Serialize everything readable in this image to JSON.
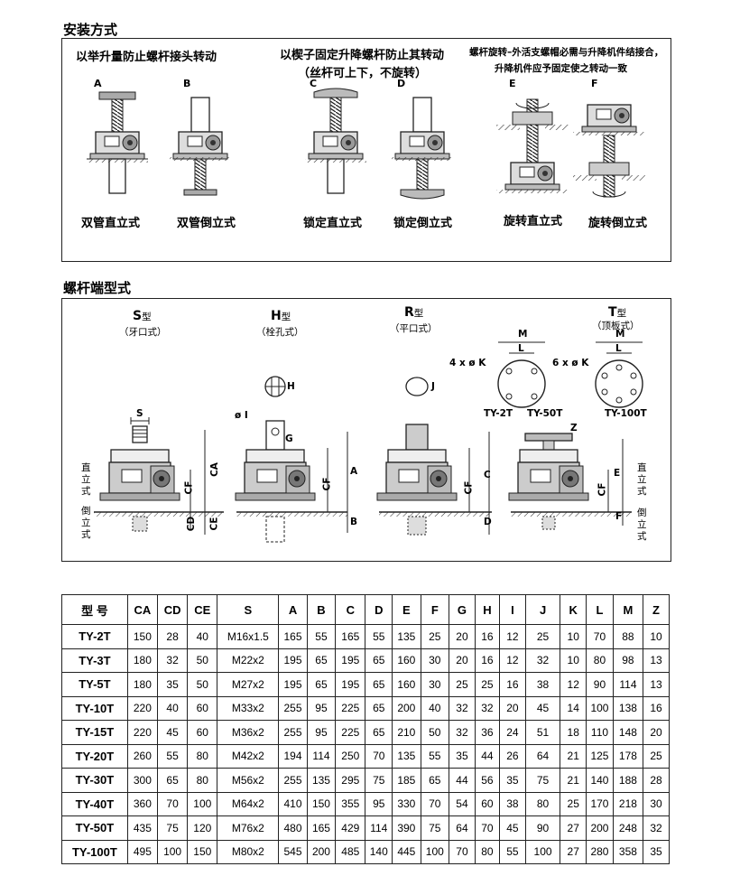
{
  "section1": {
    "title": "安装方式",
    "group1_note": "以举升量防止螺杆接头转动",
    "group2_note_line1": "以楔子固定升降螺杆防止其转动",
    "group2_note_line2": "（丝杆可上下，不旋转）",
    "group3_note_line1": "螺杆旋转–外活支螺帽必需与升降机件结接合，",
    "group3_note_line2": "升降机件应予固定使之转动一致",
    "modes": [
      {
        "letter": "A",
        "label": "双管直立式"
      },
      {
        "letter": "B",
        "label": "双管倒立式"
      },
      {
        "letter": "C",
        "label": "锁定直立式"
      },
      {
        "letter": "D",
        "label": "锁定倒立式"
      },
      {
        "letter": "E",
        "label": "旋转直立式"
      },
      {
        "letter": "F",
        "label": "旋转倒立式"
      }
    ]
  },
  "section2": {
    "title": "螺杆端型式",
    "types": [
      {
        "code": "S",
        "suffix": "型",
        "desc": "（牙口式）"
      },
      {
        "code": "H",
        "suffix": "型",
        "desc": "（栓孔式）"
      },
      {
        "code": "R",
        "suffix": "型",
        "desc": "（平口式）"
      },
      {
        "code": "T",
        "suffix": "型",
        "desc": "（顶板式）"
      }
    ],
    "flange_left_holes": "4 x ø K",
    "flange_right_holes": "6 x ø K",
    "flange_left_caption_a": "TY-2T",
    "flange_left_caption_b": "TY-50T",
    "flange_right_caption": "TY-100T",
    "dim_labels": {
      "s": "S",
      "ca": "CA",
      "cf": "CF",
      "cd": "CD",
      "ce": "CE",
      "phi_i": "ø I",
      "g": "G",
      "a": "A",
      "b": "B",
      "h": "H",
      "j": "J",
      "c": "C",
      "d": "D",
      "z": "Z",
      "e": "E",
      "f": "F",
      "m": "M",
      "l": "L"
    },
    "upright_label": "直立式",
    "inverted_label": "倒立式"
  },
  "table": {
    "headers": [
      "型 号",
      "CA",
      "CD",
      "CE",
      "S",
      "A",
      "B",
      "C",
      "D",
      "E",
      "F",
      "G",
      "H",
      "I",
      "J",
      "K",
      "L",
      "M",
      "Z"
    ],
    "rows": [
      [
        "TY-2T",
        "150",
        "28",
        "40",
        "M16x1.5",
        "165",
        "55",
        "165",
        "55",
        "135",
        "25",
        "20",
        "16",
        "12",
        "25",
        "10",
        "70",
        "88",
        "10"
      ],
      [
        "TY-3T",
        "180",
        "32",
        "50",
        "M22x2",
        "195",
        "65",
        "195",
        "65",
        "160",
        "30",
        "20",
        "16",
        "12",
        "32",
        "10",
        "80",
        "98",
        "13"
      ],
      [
        "TY-5T",
        "180",
        "35",
        "50",
        "M27x2",
        "195",
        "65",
        "195",
        "65",
        "160",
        "30",
        "25",
        "25",
        "16",
        "38",
        "12",
        "90",
        "114",
        "13"
      ],
      [
        "TY-10T",
        "220",
        "40",
        "60",
        "M33x2",
        "255",
        "95",
        "225",
        "65",
        "200",
        "40",
        "32",
        "32",
        "20",
        "45",
        "14",
        "100",
        "138",
        "16"
      ],
      [
        "TY-15T",
        "220",
        "45",
        "60",
        "M36x2",
        "255",
        "95",
        "225",
        "65",
        "210",
        "50",
        "32",
        "36",
        "24",
        "51",
        "18",
        "110",
        "148",
        "20"
      ],
      [
        "TY-20T",
        "260",
        "55",
        "80",
        "M42x2",
        "194",
        "114",
        "250",
        "70",
        "135",
        "55",
        "35",
        "44",
        "26",
        "64",
        "21",
        "125",
        "178",
        "25"
      ],
      [
        "TY-30T",
        "300",
        "65",
        "80",
        "M56x2",
        "255",
        "135",
        "295",
        "75",
        "185",
        "65",
        "44",
        "56",
        "35",
        "75",
        "21",
        "140",
        "188",
        "28"
      ],
      [
        "TY-40T",
        "360",
        "70",
        "100",
        "M64x2",
        "410",
        "150",
        "355",
        "95",
        "330",
        "70",
        "54",
        "60",
        "38",
        "80",
        "25",
        "170",
        "218",
        "30"
      ],
      [
        "TY-50T",
        "435",
        "75",
        "120",
        "M76x2",
        "480",
        "165",
        "429",
        "114",
        "390",
        "75",
        "64",
        "70",
        "45",
        "90",
        "27",
        "200",
        "248",
        "32"
      ],
      [
        "TY-100T",
        "495",
        "100",
        "150",
        "M80x2",
        "545",
        "200",
        "485",
        "140",
        "445",
        "100",
        "70",
        "80",
        "55",
        "100",
        "27",
        "280",
        "358",
        "35"
      ]
    ]
  }
}
